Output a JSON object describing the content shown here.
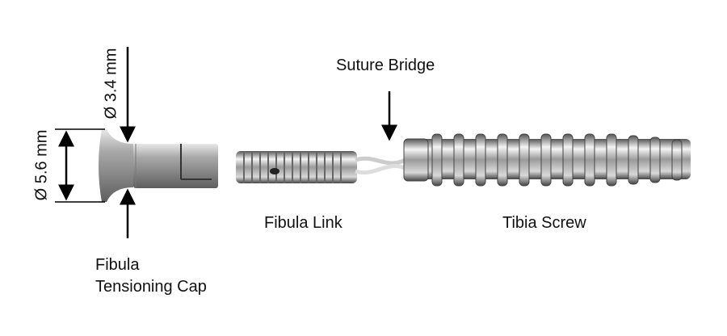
{
  "labels": {
    "suture_bridge": "Suture Bridge",
    "fibula_link": "Fibula Link",
    "tibia_screw": "Tibia Screw",
    "cap_line1": "Fibula",
    "cap_line2": "Tensioning Cap",
    "dim_neck": "Ø 3.4 mm",
    "dim_head": "Ø 5.6 mm"
  }
}
